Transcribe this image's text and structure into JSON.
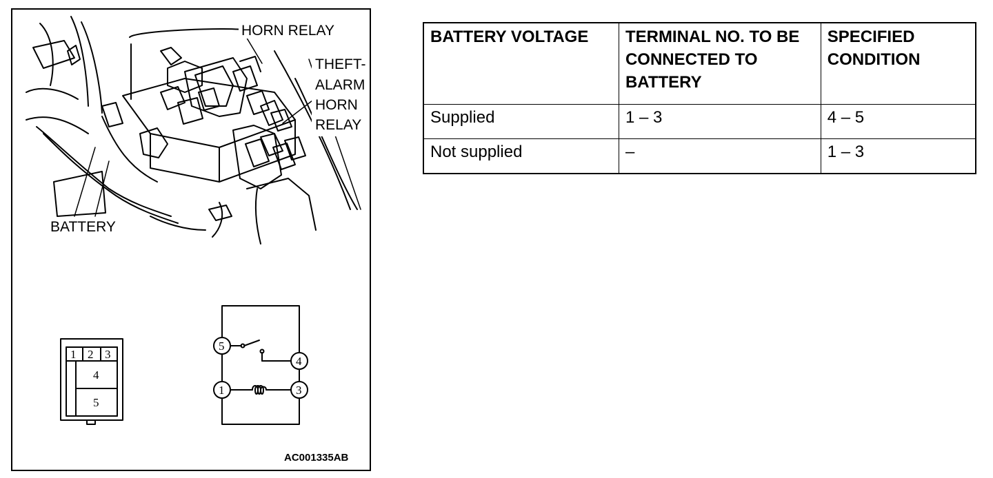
{
  "figure": {
    "labels": {
      "horn_relay": "HORN RELAY",
      "theft_alarm_horn_relay": [
        "THEFT-",
        "ALARM",
        "HORN",
        "RELAY"
      ],
      "battery": "BATTERY",
      "figure_code": "AC001335AB"
    },
    "connector_terminals": [
      "1",
      "2",
      "3",
      "4",
      "5"
    ],
    "circuit_terminals": [
      "5",
      "4",
      "1",
      "3"
    ]
  },
  "table": {
    "headers": [
      "BATTERY VOLTAGE",
      "TERMINAL NO. TO BE CONNECTED TO BATTERY",
      "SPECIFIED CONDITION"
    ],
    "rows": [
      [
        "Supplied",
        "1 – 3",
        "4 – 5"
      ],
      [
        "Not supplied",
        "–",
        "1 – 3"
      ]
    ]
  }
}
